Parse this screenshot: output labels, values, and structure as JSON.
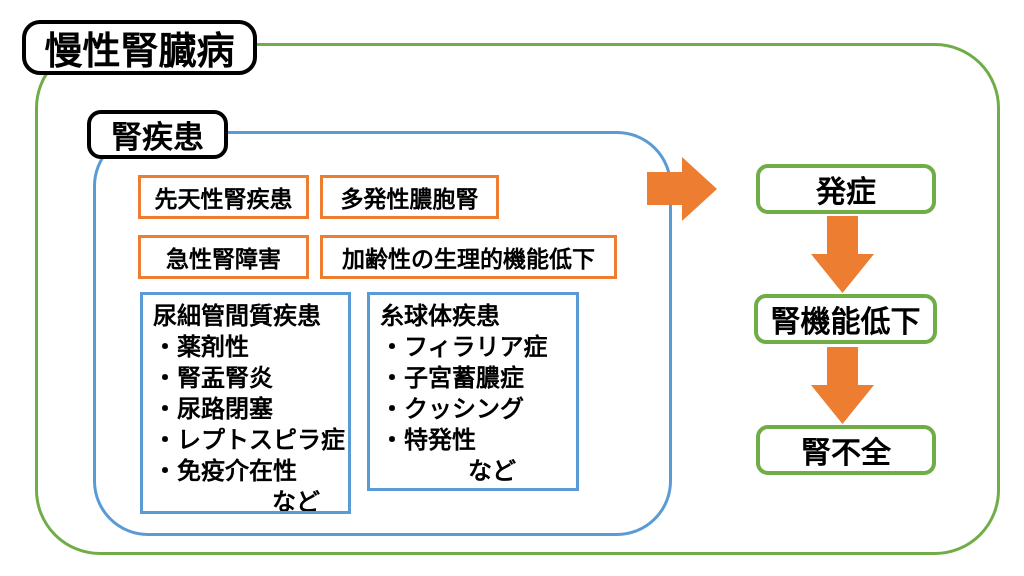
{
  "colors": {
    "orange": "#ED7D31",
    "green": "#70AD47",
    "blue": "#5B9BD5",
    "black": "#000000"
  },
  "outer": {
    "title": "慢性腎臓病"
  },
  "inner": {
    "label": "腎疾患",
    "cause_boxes": [
      {
        "label": "先天性腎疾患"
      },
      {
        "label": "多発性膿胞腎"
      },
      {
        "label": "急性腎障害"
      },
      {
        "label": "加齢性の生理的機能低下"
      }
    ],
    "detail_boxes": [
      {
        "title": "尿細管間質疾患",
        "items": [
          "・薬剤性",
          "・腎盂腎炎",
          "・尿路閉塞",
          "・レプトスピラ症",
          "・免疫介在性"
        ],
        "etc": "など"
      },
      {
        "title": "糸球体疾患",
        "items": [
          "・フィラリア症",
          "・子宮蓄膿症",
          "・クッシング",
          "・特発性"
        ],
        "etc": "など"
      }
    ]
  },
  "flow": {
    "steps": [
      {
        "label": "発症"
      },
      {
        "label": "腎機能低下"
      },
      {
        "label": "腎不全"
      }
    ]
  }
}
